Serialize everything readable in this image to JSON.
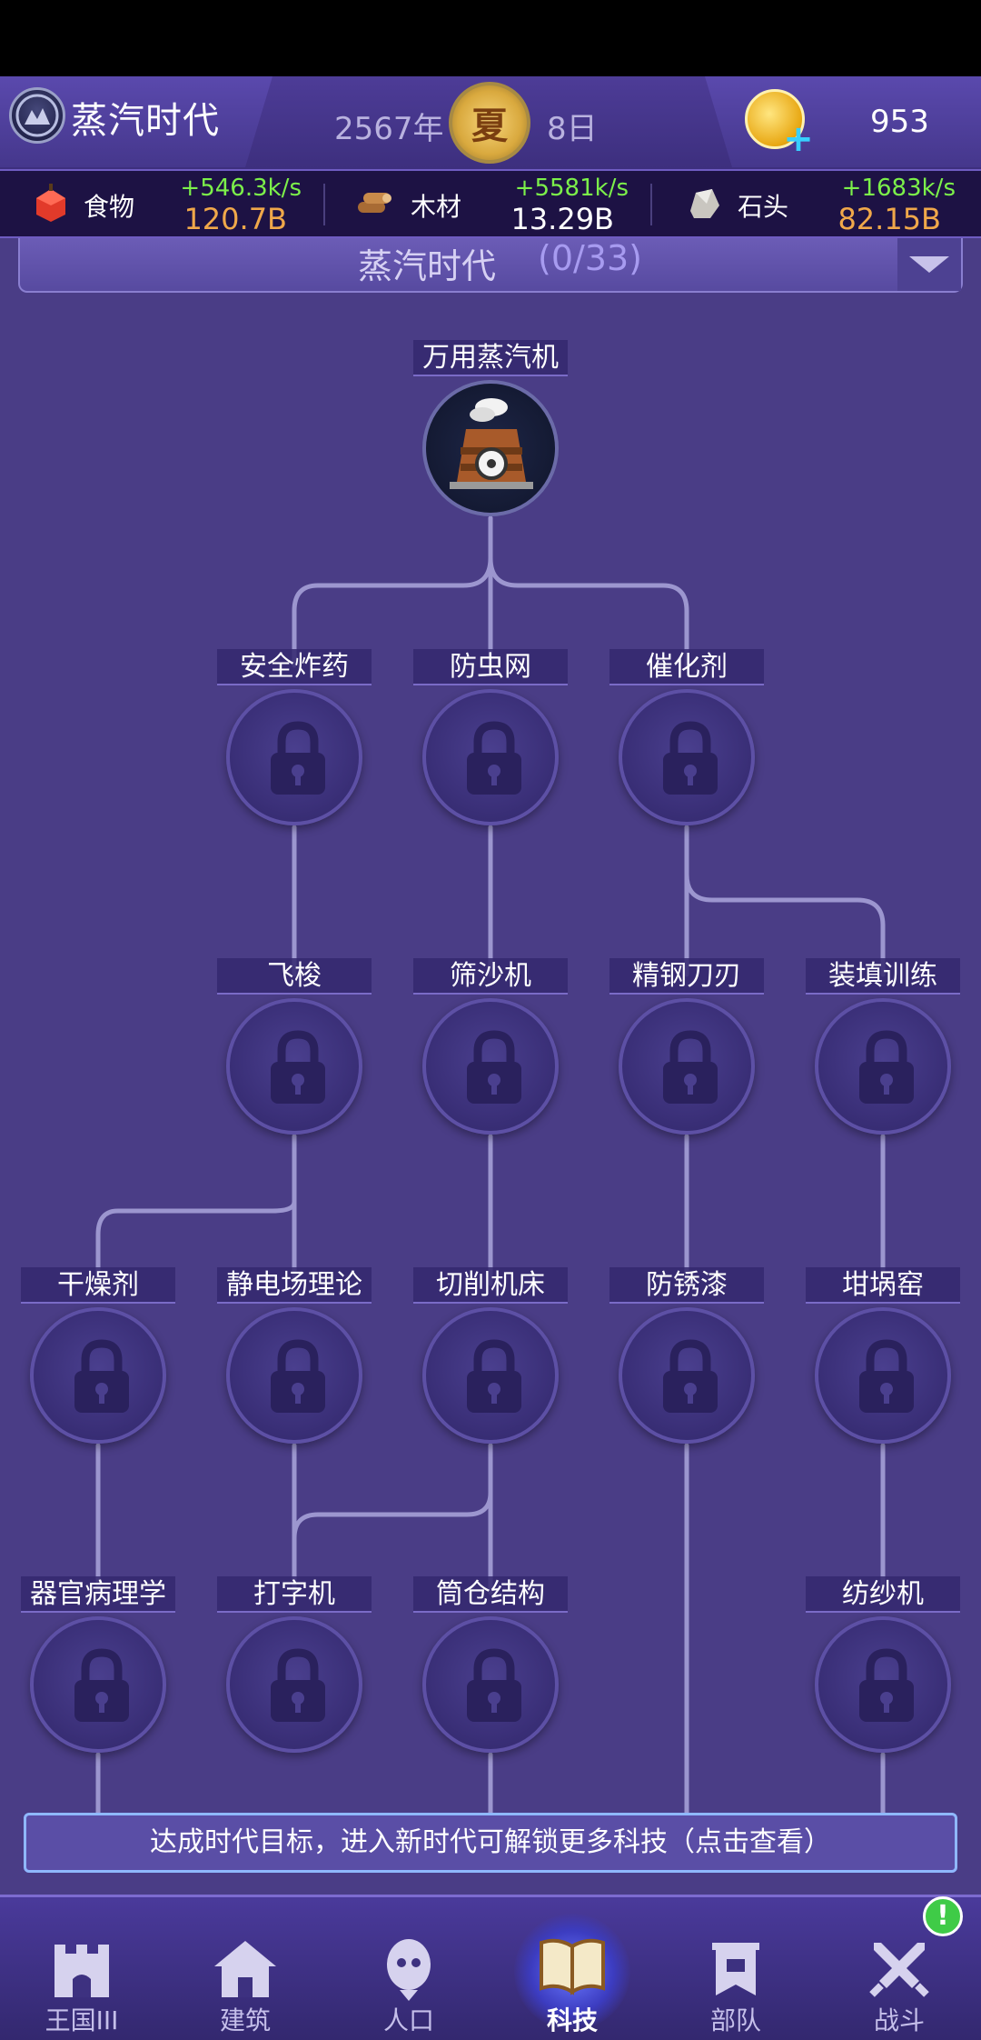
{
  "header": {
    "era_name": "蒸汽时代",
    "year": "2567年",
    "season": "夏",
    "day": "8日",
    "coins": "953"
  },
  "resources": [
    {
      "name": "食物",
      "rate": "+546.3k/s",
      "amount": "120.7B",
      "amount_color": "#f0a84a",
      "icon": "food-icon"
    },
    {
      "name": "木材",
      "rate": "+5581k/s",
      "amount": "13.29B",
      "amount_color": "#ffffff",
      "icon": "wood-icon"
    },
    {
      "name": "石头",
      "rate": "+1683k/s",
      "amount": "82.15B",
      "amount_color": "#f0a84a",
      "icon": "stone-icon"
    }
  ],
  "era_selector": {
    "label": "蒸汽时代",
    "progress": "(0/33)"
  },
  "tech_tree": {
    "root": {
      "label": "万用蒸汽机",
      "icon": "steam-engine-icon"
    },
    "row1": [
      "安全炸药",
      "防虫网",
      "催化剂"
    ],
    "row2": [
      "飞梭",
      "筛沙机",
      "精钢刀刃",
      "装填训练"
    ],
    "row3": [
      "干燥剂",
      "静电场理论",
      "切削机床",
      "防锈漆",
      "坩埚窑"
    ],
    "row4": [
      "器官病理学",
      "打字机",
      "筒仓结构",
      "纺纱机"
    ]
  },
  "banner": {
    "text": "达成时代目标，进入新时代可解锁更多科技（点击查看）"
  },
  "nav": [
    {
      "label": "王国III",
      "icon": "castle-icon"
    },
    {
      "label": "建筑",
      "icon": "house-icon"
    },
    {
      "label": "人口",
      "icon": "population-icon"
    },
    {
      "label": "科技",
      "icon": "book-icon",
      "active": true
    },
    {
      "label": "部队",
      "icon": "banner-icon"
    },
    {
      "label": "战斗",
      "icon": "swords-icon",
      "alert": "!"
    }
  ],
  "colors": {
    "background": "#4a3d86",
    "rate_green": "#7cf04a",
    "accent_gold": "#e8a712"
  }
}
